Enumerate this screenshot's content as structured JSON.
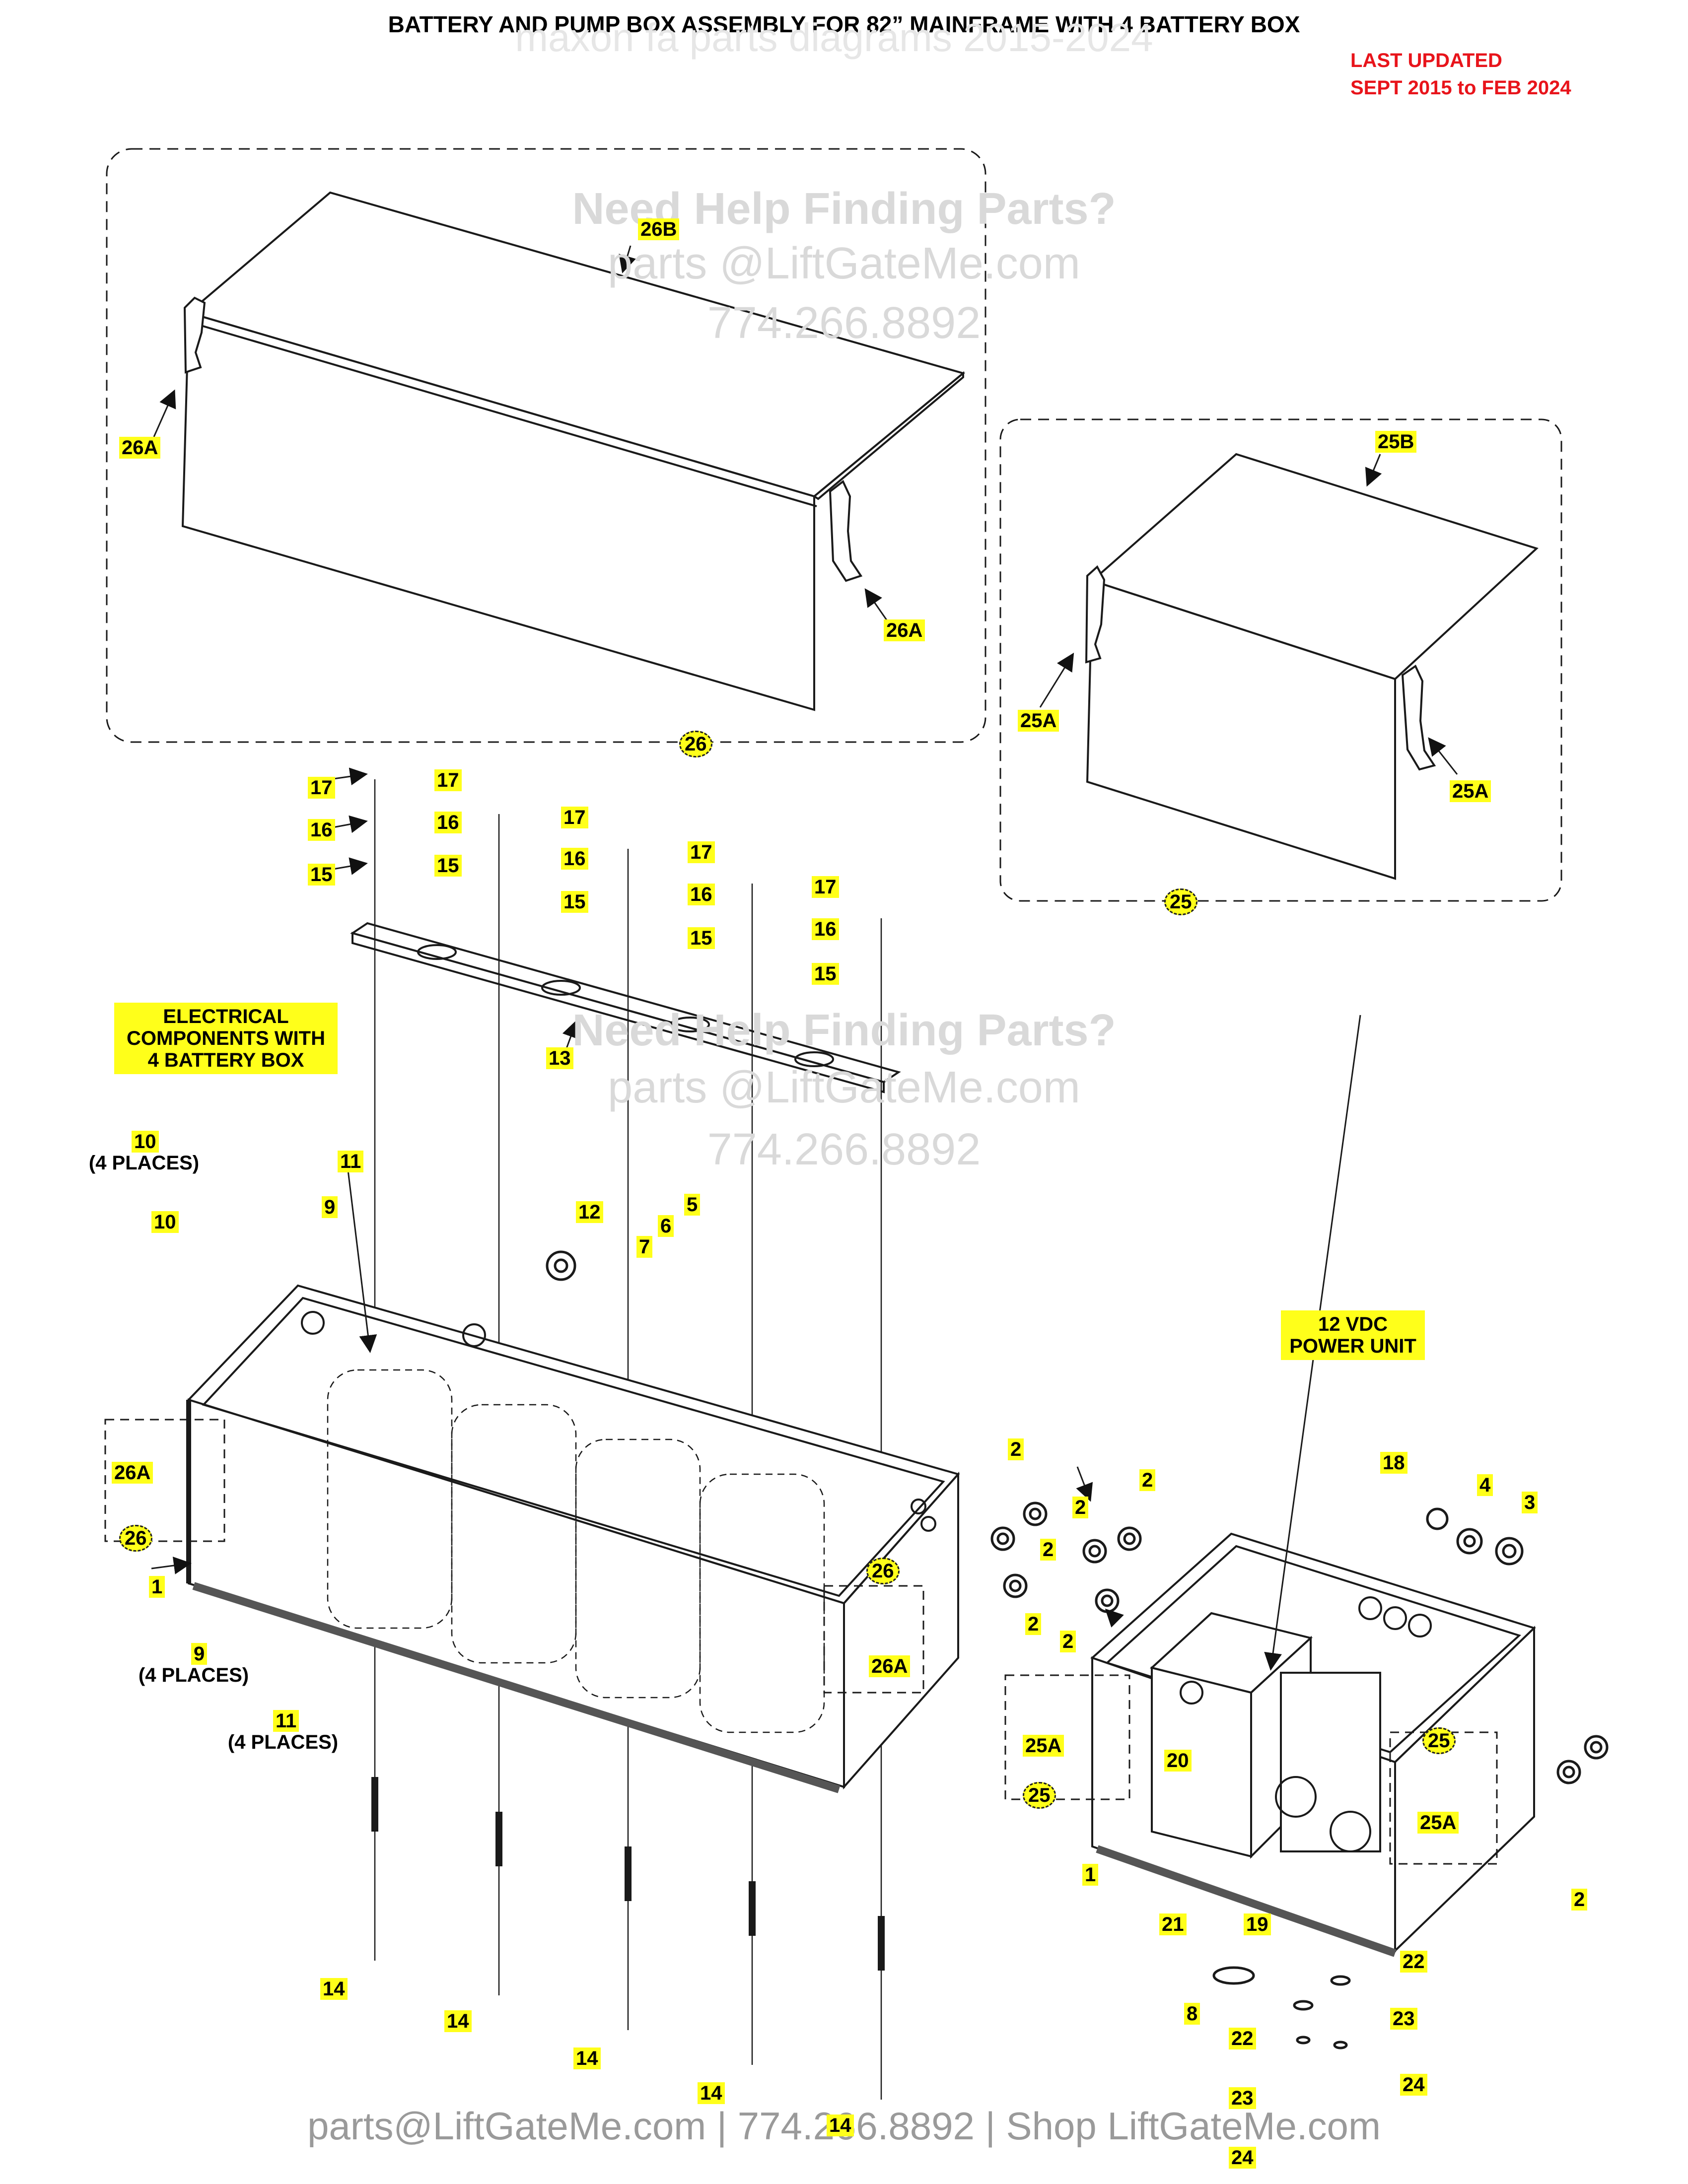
{
  "header": {
    "title": "BATTERY AND PUMP BOX ASSEMBLY FOR 82” MAINFRAME WITH 4 BATTERY BOX",
    "updated_line1": "LAST UPDATED",
    "updated_line2": "SEPT 2015 to FEB 2024"
  },
  "watermark": {
    "faint_title": "maxon fa parts diagrams 2015-2024",
    "help": "Need Help Finding Parts?",
    "email": "parts @LiftGateMe.com",
    "phone": "774.266.8892"
  },
  "footer": "parts@LiftGateMe.com | 774.266.8892 | Shop LiftGateMe.com",
  "callouts": {
    "electrical": "ELECTRICAL COMPONENTS WITH 4 BATTERY BOX",
    "power_unit": "12 VDC POWER UNIT"
  },
  "notes": {
    "four_places": "(4 PLACES)"
  },
  "part_labels": {
    "p26B": "26B",
    "p26A": "26A",
    "p25B": "25B",
    "p25A": "25A",
    "p26": "26",
    "p25": "25",
    "p17": "17",
    "p16": "16",
    "p15": "15",
    "p13": "13",
    "p12": "12",
    "p10": "10",
    "p11": "11",
    "p9": "9",
    "p7": "7",
    "p6": "6",
    "p5": "5",
    "p1": "1",
    "p14": "14",
    "p2": "2",
    "p3": "3",
    "p4": "4",
    "p18": "18",
    "p19": "19",
    "p20": "20",
    "p21": "21",
    "p8": "8",
    "p22": "22",
    "p23": "23",
    "p24": "24"
  },
  "colors": {
    "highlight": "#ffff1a",
    "updated_text": "#e8141b",
    "line": "#1a1a1a",
    "watermark": "#d9d9d9"
  }
}
